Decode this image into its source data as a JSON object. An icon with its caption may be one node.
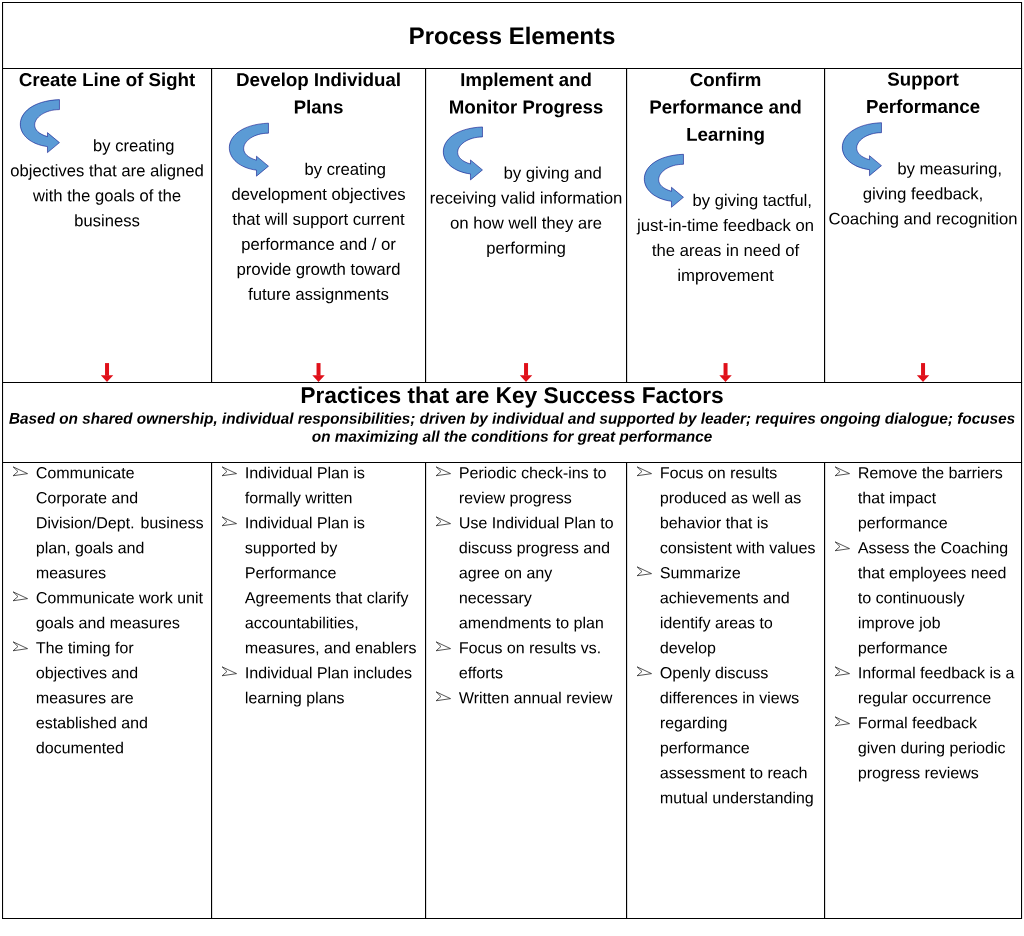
{
  "diagram": {
    "title": "Process Elements",
    "nodes": [
      {
        "text": [
          "Create Line of Sight",
          "by creating objectives that are aligned with the goals of the business"
        ]
      },
      {
        "text": [
          "Develop Individual Plans",
          "by creating development objectives that will support current performance and / or provide growth toward future assignments"
        ]
      },
      {
        "text": [
          "Implement and Monitor Progress",
          "by giving and receiving valid information on how well they are performing"
        ]
      },
      {
        "text": [
          "Confirm Performance and Learning",
          "by giving tactful, just-in-time feedback on the areas in need of improvement"
        ]
      },
      {
        "text": [
          "Support Performance",
          "by measuring, giving feedback, Coaching and recognition"
        ]
      },
      {
        "text": [
          "Practices that are Key Success Factors",
          "Based on shared ownership, individual responsibilities; driven by individual and supported by leader; requires ongoing dialogue; focuses on maximizing all the conditions for great performance"
        ]
      },
      {
        "text": [
          "Communicate Corporate and Division/Dept. business plan, goals and measures",
          "Communicate work unit goals and measures",
          "The timing for objectives and measures are established and documented"
        ]
      },
      {
        "text": [
          "Individual Plan is formally written",
          "Individual Plan is supported by Performance Agreements that clarify accountabilities, measures, and enablers",
          "Individual Plan includes learning plans"
        ]
      },
      {
        "text": [
          "Periodic check-ins to review progress",
          "Use Individual Plan to discuss progress and agree on any necessary amendments to plan",
          "Focus on results vs. efforts",
          "Written annual review"
        ]
      },
      {
        "text": [
          "Focus on results produced as well as behavior that is consistent with values",
          "Summarize achievements and identify areas to develop",
          "Openly discuss differences in views regarding performance assessment to reach mutual understanding"
        ]
      },
      {
        "text": [
          "Remove the barriers that impact performance",
          "Assess the Coaching that employees need to continuously improve job performance",
          "Informal feedback is a regular occurrence",
          "Formal feedback given during periodic progress reviews"
        ]
      }
    ],
    "edges": [
      {
        "from": 0,
        "to": 5,
        "arrow": "to"
      },
      {
        "from": 1,
        "to": 5,
        "arrow": "to"
      },
      {
        "from": 2,
        "to": 5,
        "arrow": "to"
      },
      {
        "from": 3,
        "to": 5,
        "arrow": "to"
      },
      {
        "from": 4,
        "to": 5,
        "arrow": "to"
      }
    ]
  }
}
